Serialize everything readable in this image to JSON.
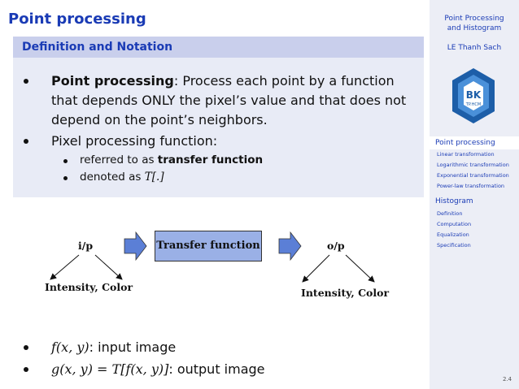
{
  "slide": {
    "title": "Point processing",
    "block_title": "Definition and Notation",
    "bullet1_bold": "Point processing",
    "bullet1_rest_line1": ": Process each point by a function",
    "bullet1_line2": "that depends ONLY the pixel’s value and that does not",
    "bullet1_line3": "depend on the point’s neighbors.",
    "bullet2": "Pixel processing function:",
    "sub1_plain": "referred to as ",
    "sub1_bold": "transfer function",
    "sub2_plain": "denoted as ",
    "sub2_math": "T[.]"
  },
  "diagram": {
    "input_label": "i/p",
    "input_attr": "Intensity, Color",
    "box_label": "Transfer function",
    "output_label": "o/p",
    "output_attr": "Intensity, Color",
    "arrow_color": "#5b7fd6",
    "box_color": "#9ab0e6"
  },
  "bottom": {
    "b1_math": "f(x, y)",
    "b1_text": ": input image",
    "b2_math": "g(x, y) = T[f(x, y)]",
    "b2_text": ": output image"
  },
  "sidebar": {
    "title_line1": "Point Processing",
    "title_line2": "and Histogram",
    "author": "LE Thanh Sach",
    "logo_text": "BK",
    "logo_sub": "TP.HCM",
    "section1": "Point processing",
    "section1_items": [
      "Linear transformation",
      "Logarithmic transformation",
      "Exponential transformation",
      "Power-law transformation"
    ],
    "section2": "Histogram",
    "section2_items": [
      "Definition",
      "Computation",
      "Equalization",
      "Specification"
    ],
    "page": "2.4"
  },
  "colors": {
    "accent": "#1a3bb5",
    "block_bg": "#e8ebf6",
    "block_header": "#c9cfec"
  }
}
